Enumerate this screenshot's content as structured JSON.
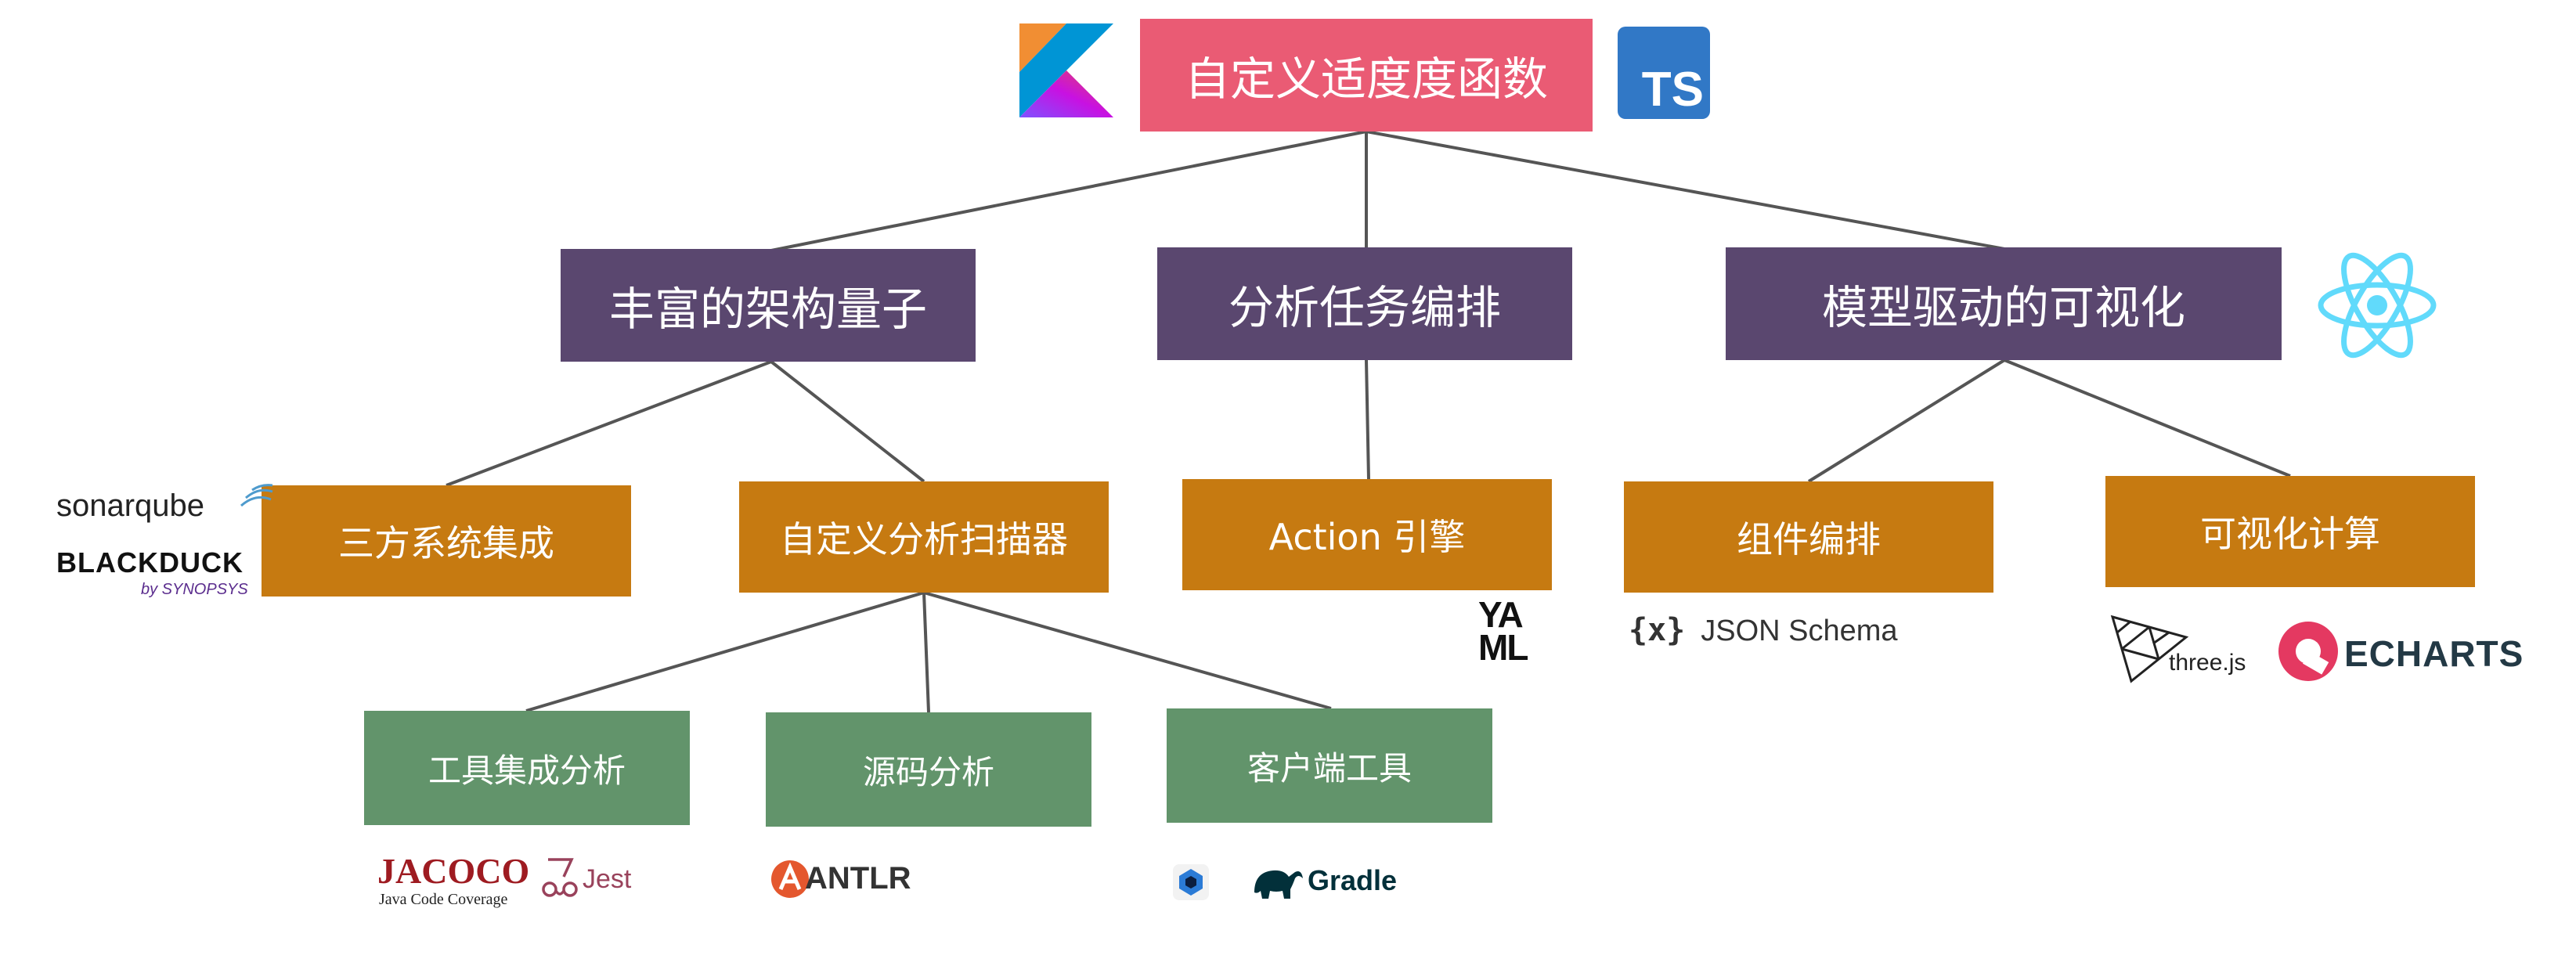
{
  "root": {
    "label": "自定义适度度函数",
    "logo_left": "kotlin-logo",
    "logo_right": "TS"
  },
  "pillars": [
    {
      "label": "丰富的架构量子"
    },
    {
      "label": "分析任务编排"
    },
    {
      "label": "模型驱动的可视化"
    }
  ],
  "modules": [
    {
      "label": "三方系统集成",
      "logos": [
        "sonarqube",
        "BLACKDUCK",
        "by SYNOPSYS"
      ]
    },
    {
      "label": "自定义分析扫描器"
    },
    {
      "label": "Action 引擎",
      "logos": [
        "YA",
        "ML"
      ]
    },
    {
      "label": "组件编排",
      "logos": [
        "{x}",
        "JSON Schema"
      ]
    },
    {
      "label": "可视化计算",
      "logos": [
        "three.js",
        "ECHARTS"
      ]
    }
  ],
  "scanners": [
    {
      "label": "工具集成分析",
      "logos": [
        "JACOCO",
        "Java Code Coverage",
        "Jest"
      ]
    },
    {
      "label": "源码分析",
      "logos": [
        "ANTLR"
      ]
    },
    {
      "label": "客户端工具",
      "logos": [
        "Gradle"
      ]
    }
  ],
  "colors": {
    "root": "#ea5b74",
    "pillar": "#5a476f",
    "module": "#c67a11",
    "scanner": "#62946b",
    "edge": "#555555"
  },
  "icons": [
    "kotlin-logo",
    "typescript-logo",
    "react-logo",
    "sonarqube-logo",
    "blackduck-logo",
    "yaml-logo",
    "json-schema-logo",
    "threejs-logo",
    "echarts-logo",
    "jacoco-logo",
    "jest-logo",
    "antlr-logo",
    "ij-logo",
    "gradle-logo"
  ]
}
